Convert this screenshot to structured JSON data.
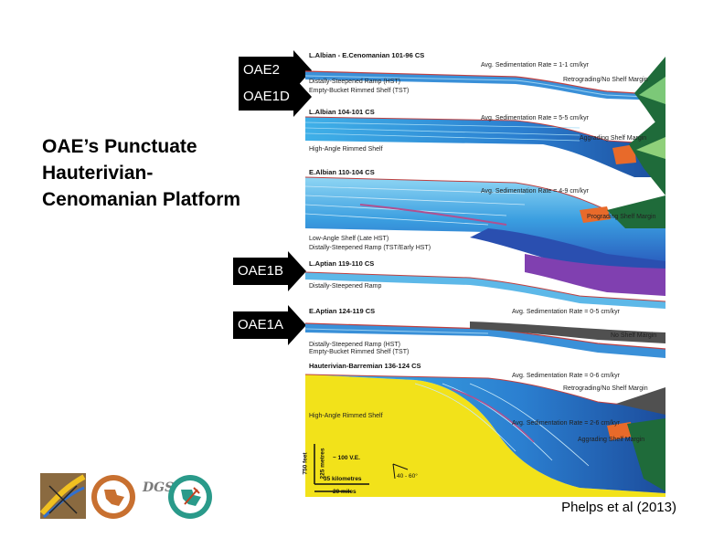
{
  "slide_title": [
    "OAE’s Punctuate",
    "Hauterivian-",
    "Cenomanian Platform"
  ],
  "oae_markers": [
    "OAE2",
    "OAE1D",
    "OAE1B",
    "OAE1A"
  ],
  "panels": [
    {
      "title": "L.Albian - E.Cenomanian 101-96 CS",
      "rate": "Avg. Sedimentation Rate = 1-1 cm/kyr",
      "margin": "Retrograding/No Shelf Margin",
      "labels": [
        "Distally-Steepened Ramp (HST)",
        "Empty-Bucket Rimmed Shelf (TST)"
      ]
    },
    {
      "title": "L.Albian 104-101 CS",
      "rate": "Avg. Sedimentation Rate = 5-5 cm/kyr",
      "margin": "Aggrading Shelf Margin",
      "labels": [
        "High-Angle Rimmed Shelf"
      ]
    },
    {
      "title": "E.Albian 110-104 CS",
      "rate": "Avg. Sedimentation Rate = 4-9 cm/kyr",
      "margin": "Prograding Shelf Margin",
      "labels": [
        "Low-Angle Shelf (Late HST)",
        "Distally-Steepened Ramp (TST/Early HST)"
      ]
    },
    {
      "title": "L.Aptian 119-110 CS",
      "rate": "",
      "margin": "",
      "labels": [
        "Distally-Steepened Ramp"
      ]
    },
    {
      "title": "E.Aptian 124-119 CS",
      "rate": "Avg. Sedimentation Rate = 0-5 cm/kyr",
      "margin": "No Shelf Margin",
      "labels": [
        "Distally-Steepened Ramp (HST)",
        "Empty-Bucket Rimmed Shelf (TST)"
      ]
    },
    {
      "title": "Hauterivian-Barremian 136-124 CS",
      "rate": "Avg. Sedimentation Rate = 0-6 cm/kyr",
      "margin": "Retrograding/No Shelf Margin",
      "labels": []
    },
    {
      "title": "",
      "rate": "Avg. Sedimentation Rate = 2-6 cm/kyr",
      "margin": "Aggrading Shelf Margin",
      "labels": [
        "High-Angle Rimmed Shelf"
      ]
    }
  ],
  "scale_bar": {
    "feet": "750 feet",
    "metres": "225 metres",
    "ve": "~ 100 V.E.",
    "km": "35 kilometres",
    "miles": "20 miles",
    "angle": "40 - 60°"
  },
  "logo_text": "DGS",
  "citation": "Phelps et al (2013)"
}
